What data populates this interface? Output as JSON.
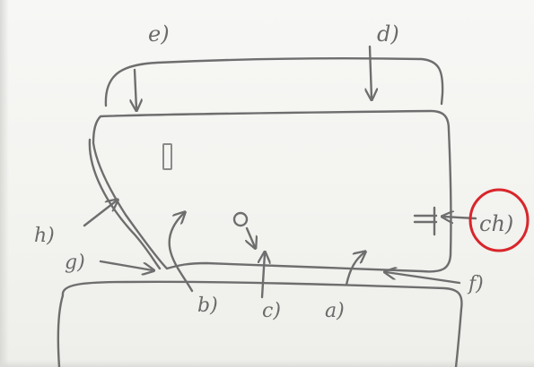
{
  "labels": {
    "a": "a)",
    "b": "b)",
    "c": "c)",
    "d": "d)",
    "e": "e)",
    "f": "f)",
    "g": "g)",
    "h": "h)",
    "ch": "ch)"
  },
  "colors": {
    "pencil": "#6e6e6e",
    "highlight": "#d8262b"
  }
}
